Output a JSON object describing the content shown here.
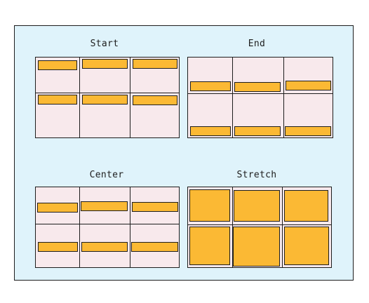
{
  "colors": {
    "panel_background": "#dff3fb",
    "grid_background": "#f8e9ec",
    "item_fill": "#fbb934",
    "stroke": "#1e1e1e"
  },
  "examples": {
    "start": {
      "title": "Start"
    },
    "end": {
      "title": "End"
    },
    "center": {
      "title": "Center"
    },
    "stretch": {
      "title": "Stretch"
    }
  }
}
